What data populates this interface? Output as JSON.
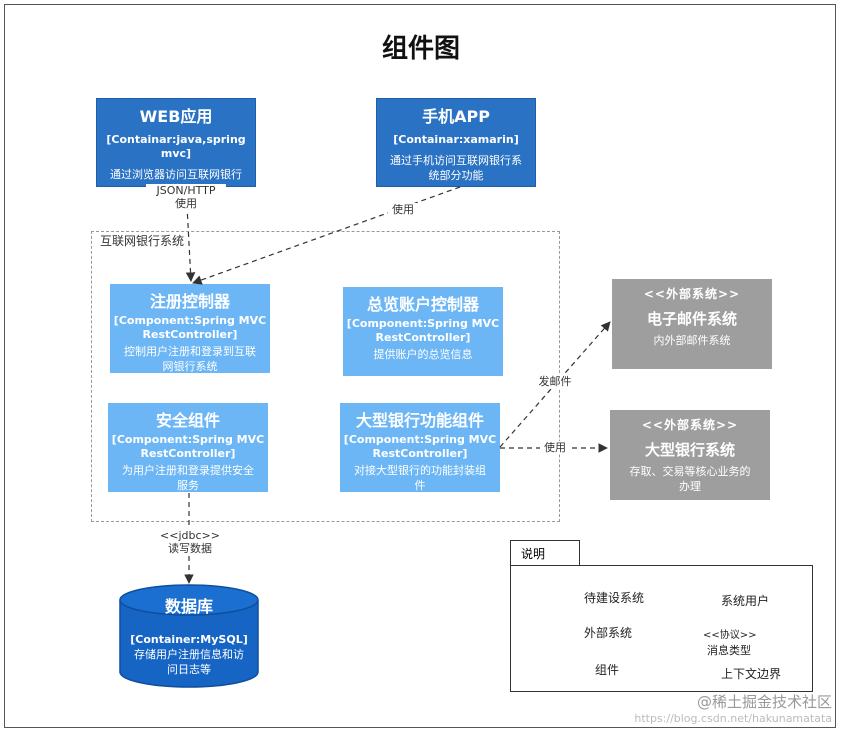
{
  "title": "组件图",
  "containers": {
    "web": {
      "name": "WEB应用",
      "tech": "[Containar:java,spring mvc]",
      "desc": "通过浏览器访问互联网银行\n系统的入口"
    },
    "mobile": {
      "name": "手机APP",
      "tech": "[Containar:xamarin]",
      "desc": "通过手机访问互联网银行系\n统部分功能"
    }
  },
  "boundary": {
    "label": "互联网银行系统"
  },
  "components": {
    "register": {
      "name": "注册控制器",
      "tech": "[Component:Spring MVC\nRestController]",
      "desc": "控制用户注册和登录到互联\n网银行系统"
    },
    "overview": {
      "name": "总览账户控制器",
      "tech": "[Component:Spring MVC\nRestController]",
      "desc": "提供账户的总览信息"
    },
    "security": {
      "name": "安全组件",
      "tech": "[Component:Spring MVC\nRestController]",
      "desc": "为用户注册和登录提供安全\n服务"
    },
    "bankfunc": {
      "name": "大型银行功能组件",
      "tech": "[Component:Spring MVC\nRestController]",
      "desc": "对接大型银行的功能封装组\n件"
    }
  },
  "external": {
    "email": {
      "stereotype": "<<外部系统>>",
      "name": "电子邮件系统",
      "desc": "内外部邮件系统"
    },
    "bank": {
      "stereotype": "<<外部系统>>",
      "name": "大型银行系统",
      "desc": "存取、交易等核心业务的\n办理"
    }
  },
  "database": {
    "name": "数据库",
    "tech": "[Container:MySQL]",
    "desc": "存储用户注册信息和访\n问日志等"
  },
  "edges": {
    "web_to_register": "JSON/HTTP\n使用",
    "mobile_to_register": "使用",
    "bank_to_email": "发邮件",
    "bank_to_bank": "使用",
    "security_to_db": "<<jdbc>>\n读写数据"
  },
  "legend": {
    "tab": "说明",
    "to_build": "待建设系统",
    "system_user": "系统用户",
    "external": "外部系统",
    "protocol": "<<协议>>",
    "message_type": "消息类型",
    "component": "组件",
    "context_boundary": "上下文边界"
  },
  "watermark": {
    "logo": "@稀土掘金技术社区",
    "url": "https://blog.csdn.net/hakunamatata"
  },
  "colors": {
    "to_build": "#2a72c4",
    "legend_dark": "#0d4f9e",
    "component": "#6cb6f5",
    "external": "#9e9e9e",
    "database": "#1665c4"
  }
}
